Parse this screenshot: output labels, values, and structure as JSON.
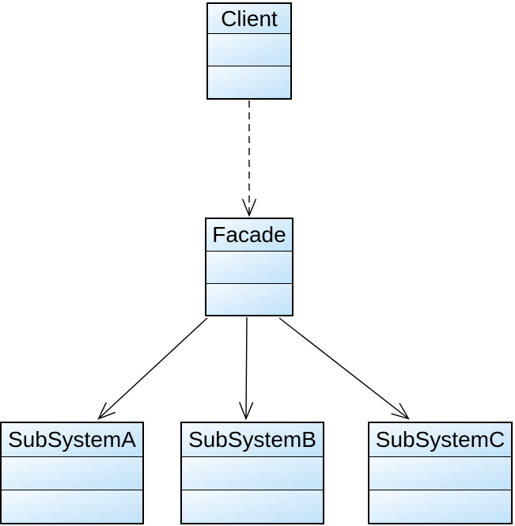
{
  "diagram": {
    "kind": "uml-class-diagram",
    "colors": {
      "border": "#000000",
      "background": "#ffffff",
      "box_fill_light": "#f6fbff",
      "box_fill_dark": "#bfe2f9"
    },
    "classes": [
      {
        "name": "Client",
        "attributes_text": "",
        "operations_text": ""
      },
      {
        "name": "Facade",
        "attributes_text": "",
        "operations_text": ""
      },
      {
        "name": "SubSystemA",
        "attributes_text": "",
        "operations_text": ""
      },
      {
        "name": "SubSystemB",
        "attributes_text": "",
        "operations_text": ""
      },
      {
        "name": "SubSystemC",
        "attributes_text": "",
        "operations_text": ""
      }
    ],
    "relations": [
      {
        "from": "Client",
        "to": "Facade",
        "line": "dashed",
        "arrowhead": "open-v"
      },
      {
        "from": "Facade",
        "to": "SubSystemA",
        "line": "solid",
        "arrowhead": "open-v"
      },
      {
        "from": "Facade",
        "to": "SubSystemB",
        "line": "solid",
        "arrowhead": "open-v"
      },
      {
        "from": "Facade",
        "to": "SubSystemC",
        "line": "solid",
        "arrowhead": "open-v"
      }
    ]
  }
}
